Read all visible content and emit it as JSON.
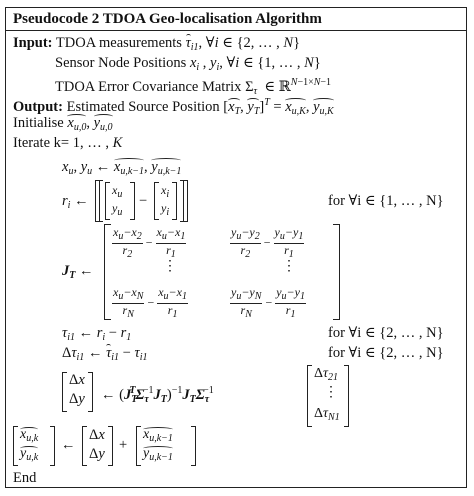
{
  "algorithm": {
    "title": "Pseudocode 2 TDOA Geo-localisation Algorithm",
    "input_label": "Input",
    "input_items": [
      "TDOA measurements",
      "Sensor Node Positions",
      "TDOA Error Covariance Matrix"
    ],
    "output_label": "Output",
    "output_text": "Estimated Source Position",
    "initialise": "Initialise",
    "iterate": "Iterate k= 1, … ,",
    "iterate_K": "K",
    "for_all_1N": "for ∀i ∈ {1, … , N}",
    "for_all_2N_a": "for ∀i ∈ {2, … , N}",
    "for_all_2N_b": "for ∀i ∈ {2, … , N}",
    "end": "End"
  }
}
